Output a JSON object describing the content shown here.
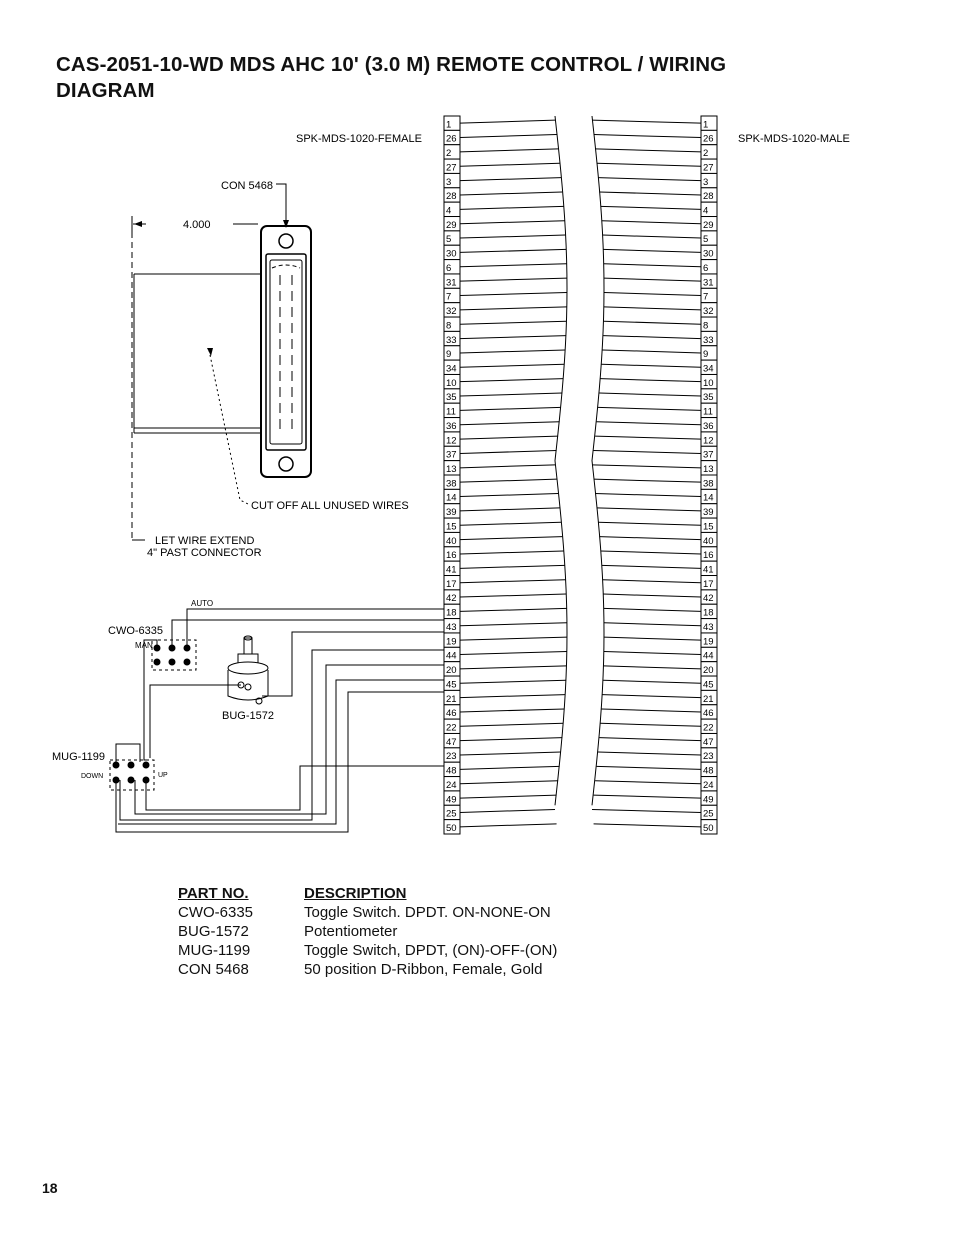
{
  "title_line1": "CAS-2051-10-WD MDS AHC 10' (3.0 M) REMOTE CONTROL / WIRING",
  "title_line2": "DIAGRAM",
  "diagram": {
    "female_label": "SPK-MDS-1020-FEMALE",
    "male_label": "SPK-MDS-1020-MALE",
    "pins": [
      "1",
      "26",
      "2",
      "27",
      "3",
      "28",
      "4",
      "29",
      "5",
      "30",
      "6",
      "31",
      "7",
      "32",
      "8",
      "33",
      "9",
      "34",
      "10",
      "35",
      "11",
      "36",
      "12",
      "37",
      "13",
      "38",
      "14",
      "39",
      "15",
      "40",
      "16",
      "41",
      "17",
      "42",
      "18",
      "43",
      "19",
      "44",
      "20",
      "45",
      "21",
      "46",
      "22",
      "47",
      "23",
      "48",
      "24",
      "49",
      "25",
      "50"
    ],
    "con_label": "CON 5468",
    "dimension": "4.000",
    "cut_off_note": "CUT OFF ALL UNUSED WIRES",
    "extend_note_1": "LET WIRE EXTEND",
    "extend_note_2": "4\" PAST CONNECTOR",
    "cwo_label": "CWO-6335",
    "auto_label": "AUTO",
    "man_label": "MAN",
    "bug_label": "BUG-1572",
    "mug_label": "MUG-1199",
    "down_label": "DOWN",
    "up_label": "UP"
  },
  "parts_table": {
    "headers": [
      "PART NO.",
      "DESCRIPTION"
    ],
    "rows": [
      [
        "CWO-6335",
        "Toggle Switch. DPDT. ON-NONE-ON"
      ],
      [
        "BUG-1572",
        "Potentiometer"
      ],
      [
        "MUG-1199",
        "Toggle Switch, DPDT, (ON)-OFF-(ON)"
      ],
      [
        "CON 5468",
        "50 position D-Ribbon, Female, Gold"
      ]
    ]
  },
  "page_number": "18"
}
